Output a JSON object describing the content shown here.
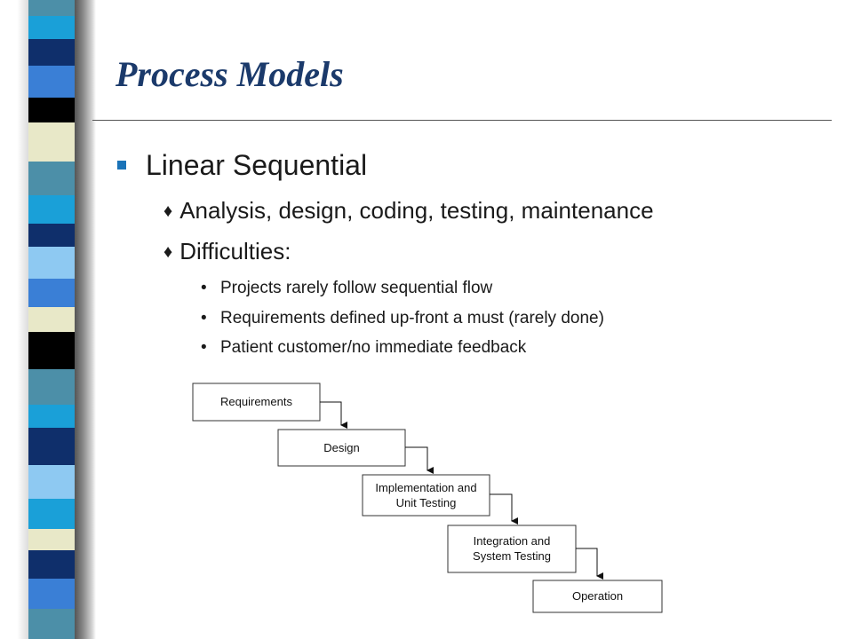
{
  "slide": {
    "title": "Process Models",
    "level1": "Linear Sequential",
    "level2": [
      "Analysis, design, coding, testing, maintenance",
      "Difficulties:"
    ],
    "level3": [
      "Projects rarely follow sequential flow",
      "Requirements defined up-front a must (rarely done)",
      "Patient customer/no immediate feedback"
    ]
  },
  "diagram": {
    "boxes": [
      {
        "line1": "Requirements",
        "line2": ""
      },
      {
        "line1": "Design",
        "line2": ""
      },
      {
        "line1": "Implementation and",
        "line2": "Unit Testing"
      },
      {
        "line1": "Integration and",
        "line2": "System Testing"
      },
      {
        "line1": "Operation",
        "line2": ""
      }
    ]
  },
  "theme": {
    "title_color": "#1b3a6b",
    "bullet_color": "#1a73b8",
    "strip_colors": [
      "#0f2f6b",
      "#3a7fd6",
      "#8ec9f2",
      "#e8e8c8",
      "#000000",
      "#4c8fa8",
      "#1aa0d8"
    ]
  }
}
